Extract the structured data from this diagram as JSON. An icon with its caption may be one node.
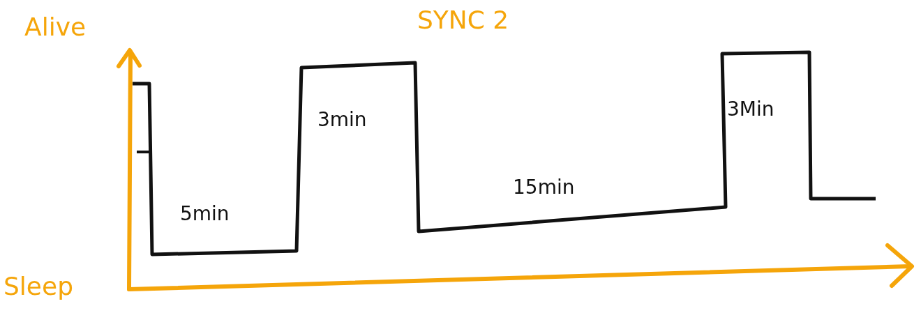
{
  "diagram": {
    "title": "SYNC 2",
    "labels": [
      "Alive",
      "3min",
      "5min",
      "15min",
      "3Min",
      "Sleep"
    ]
  }
}
